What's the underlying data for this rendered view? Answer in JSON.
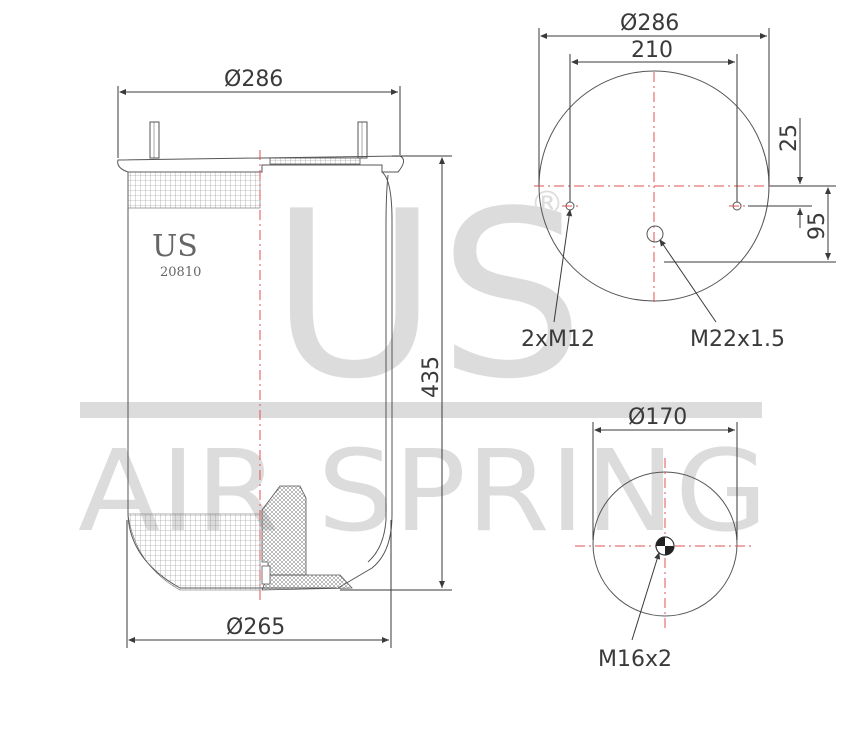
{
  "watermark": {
    "brand": "US",
    "registered": "®",
    "tagline": "AIR SPRING"
  },
  "side_view": {
    "label_brand": "US",
    "label_part": "20810",
    "dim_top_diameter": "Ø286",
    "dim_bottom_diameter": "Ø265",
    "dim_height": "435"
  },
  "top_plate_view": {
    "dim_outer_diameter": "Ø286",
    "dim_bolt_spacing": "210",
    "dim_offset_25": "25",
    "dim_offset_95": "95",
    "callout_studs": "2xM12",
    "callout_air_fitting": "M22x1.5"
  },
  "bottom_piston_view": {
    "dim_diameter": "Ø170",
    "callout_bolt": "M16x2"
  },
  "colors": {
    "line": "#3a3a3a",
    "centerline": "#e05050",
    "watermark": "#dcdcdc"
  }
}
